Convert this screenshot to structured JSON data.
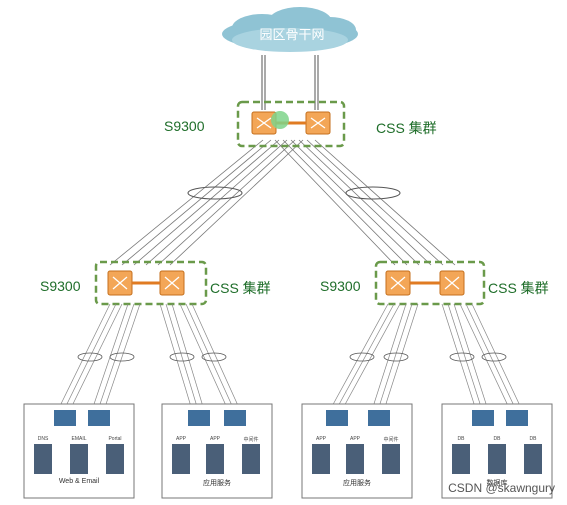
{
  "backbone": {
    "label": "园区骨干网"
  },
  "core": {
    "model": "S9300",
    "cluster": "CSS 集群"
  },
  "aggregation": [
    {
      "model": "S9300",
      "cluster": "CSS 集群"
    },
    {
      "model": "S9300",
      "cluster": "CSS 集群"
    }
  ],
  "server_groups": [
    {
      "servers": [
        "DNS",
        "EMAIL",
        "Portal"
      ],
      "label": "Web & Email"
    },
    {
      "servers": [
        "APP",
        "APP",
        "中间件"
      ],
      "label": "应用服务"
    },
    {
      "servers": [
        "APP",
        "APP",
        "中间件"
      ],
      "label": "应用服务"
    },
    {
      "servers": [
        "DB",
        "DB",
        "DB"
      ],
      "label": "数据库"
    }
  ],
  "watermark": "CSDN @skawngury",
  "colors": {
    "cluster_border": "#6a9a4a",
    "switch_fill": "#f3a657",
    "link": "#e07b22",
    "cloud": "#8fc3d4",
    "access_switch": "#3f6f9c",
    "server": "#4a5f78"
  }
}
